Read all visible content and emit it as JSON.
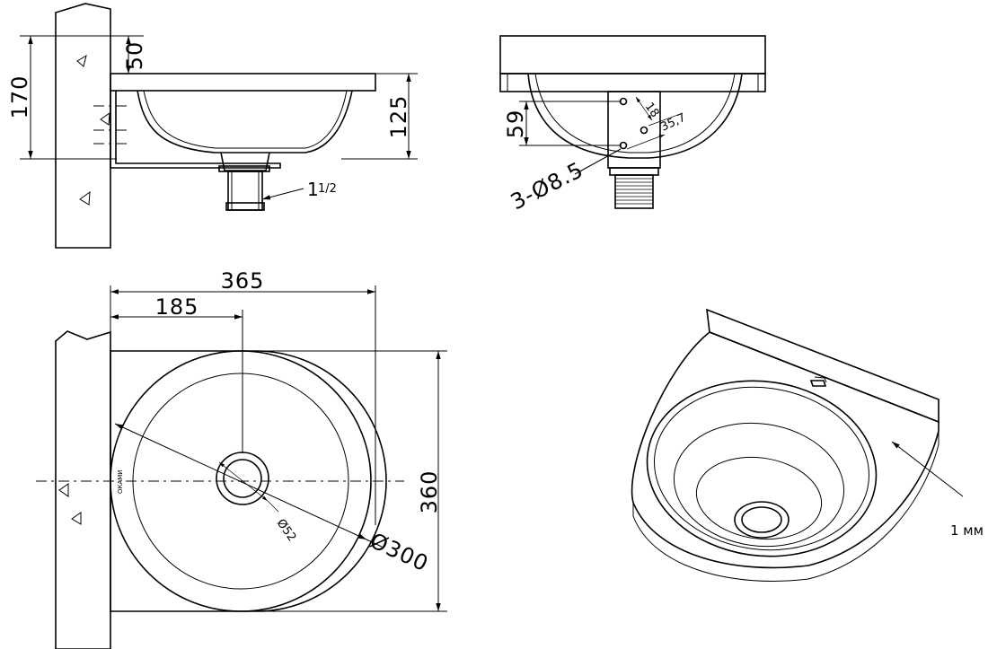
{
  "side_view": {
    "dim_top_gap": "50",
    "dim_total_height": "170",
    "dim_bowl_height": "125",
    "drain_thread": "1",
    "drain_thread_fraction": "1/2"
  },
  "front_view": {
    "dim_hole_spacing": "59",
    "dim_hole_offset_a": "18",
    "dim_hole_offset_b": "35,7",
    "holes_label": "3-Ø8.5"
  },
  "plan_view": {
    "dim_width": "365",
    "dim_drain_offset": "185",
    "dim_depth": "360",
    "dim_bowl_diameter": "Ø300",
    "dim_drain_diameter": "Ø52",
    "brand_mark": "ОКАМИ"
  },
  "iso_view": {
    "thickness_note": "1 мм"
  }
}
